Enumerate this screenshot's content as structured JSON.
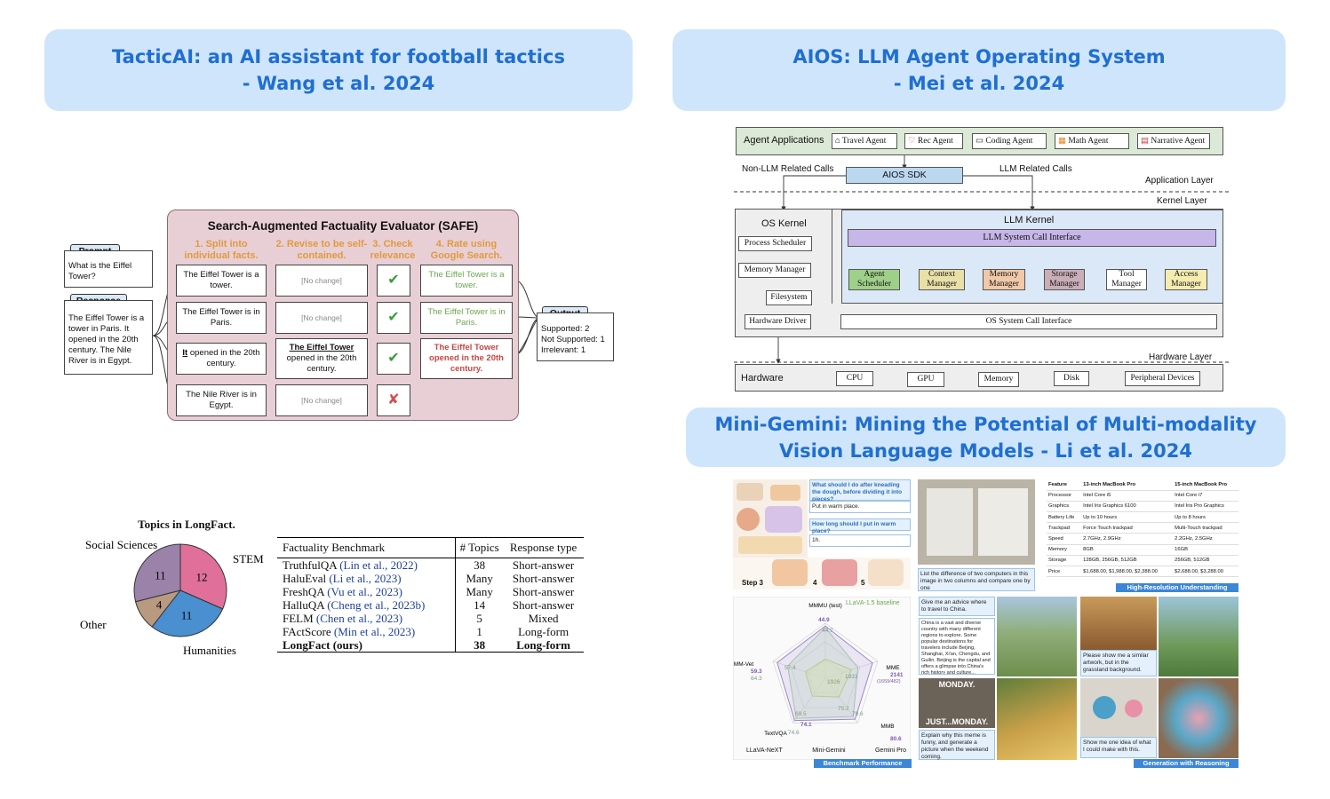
{
  "banners": {
    "tacticai": [
      "TacticAI: an AI assistant for football tactics",
      "- Wang et al. 2024"
    ],
    "aios": [
      "AIOS: LLM Agent Operating System",
      "- Mei et al. 2024"
    ],
    "minigemini": [
      "Mini-Gemini: Mining the Potential of Multi-modality",
      "Vision Language Models - Li et al. 2024"
    ]
  },
  "safe": {
    "title": "Search-Augmented Factuality Evaluator (SAFE)",
    "prompt_label": "Prompt",
    "prompt_text": "What is the Eiffel Tower?",
    "response_label": "Response",
    "response_text": "The Eiffel Tower is a tower in Paris. It opened in the 20th century. The Nile River is in Egypt.",
    "steps": [
      "1. Split into individual facts.",
      "2. Revise to be self-contained.",
      "3. Check relevance",
      "4. Rate using Google Search."
    ],
    "facts": [
      "The Eiffel Tower is a tower.",
      "The Eiffel Tower is in Paris.",
      "opened in the 20th century.",
      "The Nile River is in Egypt."
    ],
    "fact3_pronoun": "It",
    "no_change": "[No change]",
    "revised_bold": "The Eiffel Tower",
    "revised_rest": "opened in the 20th century.",
    "check": "✔",
    "cross": "✘",
    "ratings": [
      "The Eiffel Tower is a tower.",
      "The Eiffel Tower is in Paris.",
      "The Eiffel Tower opened in the 20th century."
    ],
    "output_label": "Output",
    "output_lines": [
      "Supported: 2",
      "Not Supported: 1",
      "Irrelevant: 1"
    ]
  },
  "longfact": {
    "pie_title": "Topics in LongFact.",
    "chart_data": {
      "type": "pie",
      "title": "Topics in LongFact.",
      "slices": [
        {
          "label": "STEM",
          "value": 12,
          "color": "#e0709a"
        },
        {
          "label": "Humanities",
          "value": 11,
          "color": "#4a8fd0"
        },
        {
          "label": "Other",
          "value": 4,
          "color": "#b89a80"
        },
        {
          "label": "Social Sciences",
          "value": 11,
          "color": "#9a82a8"
        }
      ]
    },
    "table": {
      "headers": [
        "Factuality Benchmark",
        "# Topics",
        "Response type"
      ],
      "rows": [
        {
          "name": "TruthfulQA",
          "cite": "(Lin et al., 2022)",
          "topics": "38",
          "type": "Short-answer"
        },
        {
          "name": "HaluEval",
          "cite": "(Li et al., 2023)",
          "topics": "Many",
          "type": "Short-answer"
        },
        {
          "name": "FreshQA",
          "cite": "(Vu et al., 2023)",
          "topics": "Many",
          "type": "Short-answer"
        },
        {
          "name": "HalluQA",
          "cite": "(Cheng et al., 2023b)",
          "topics": "14",
          "type": "Short-answer"
        },
        {
          "name": "FELM",
          "cite": "(Chen et al., 2023)",
          "topics": "5",
          "type": "Mixed"
        },
        {
          "name": "FActScore",
          "cite": "(Min et al., 2023)",
          "topics": "1",
          "type": "Long-form"
        },
        {
          "name": "LongFact (ours)",
          "cite": "",
          "topics": "38",
          "type": "Long-form"
        }
      ]
    }
  },
  "aios": {
    "agent_apps_label": "Agent Applications",
    "apps": [
      "Travel Agent",
      "Rec Agent",
      "Coding Agent",
      "Math Agent",
      "Narrative Agent"
    ],
    "non_llm_calls": "Non-LLM Related Calls",
    "llm_calls": "LLM Related Calls",
    "sdk": "AIOS SDK",
    "application_layer": "Application Layer",
    "kernel_layer": "Kernel Layer",
    "os_kernel": "OS Kernel",
    "llm_kernel": "LLM Kernel",
    "llm_syscall": "LLM System Call Interface",
    "os_items": [
      "Process Scheduler",
      "Memory Manager",
      "Filesystem",
      "Hardware Driver"
    ],
    "managers": [
      {
        "label": "Agent Scheduler",
        "color": "#9fd08a"
      },
      {
        "label": "Context Manager",
        "color": "#e9e0a8"
      },
      {
        "label": "Memory Manager",
        "color": "#f1c8a8"
      },
      {
        "label": "Storage Manager",
        "color": "#c9aeb8"
      },
      {
        "label": "Tool Manager",
        "color": "#ffffff"
      },
      {
        "label": "Access Manager",
        "color": "#f5ecb0"
      }
    ],
    "os_syscall": "OS System Call Interface",
    "hardware_layer": "Hardware Layer",
    "hardware_label": "Hardware",
    "hw_items": [
      "CPU",
      "GPU",
      "Memory",
      "Disk",
      "Peripheral Devices"
    ]
  },
  "minigemini": {
    "q1": "What should I do after kneading the dough, before dividing it into pieces?",
    "a1": "Put in warm place.",
    "q2": "How long should I put in warm place?",
    "a2": "1h.",
    "steps": [
      "Step 3",
      "4",
      "5"
    ],
    "compare_prompt": "List the difference of two computers in this image in two columns and compare one by one",
    "hires_caption": "High-Resolution Understanding",
    "spec_headers": [
      "Feature",
      "13-inch MacBook Pro",
      "15-inch MacBook Pro"
    ],
    "spec_rows": [
      [
        "Processor",
        "Intel Core i5",
        "Intel Core i7"
      ],
      [
        "Graphics",
        "Intel Iris Graphics 6100",
        "Intel Iris Pro Graphics"
      ],
      [
        "Battery Life",
        "Up to 10 hours",
        "Up to 8 hours"
      ],
      [
        "Trackpad",
        "Force Touch trackpad",
        "Multi-Touch trackpad"
      ],
      [
        "Speed",
        "2.7GHz, 2.9GHz",
        "2.2GHz, 2.5GHz"
      ],
      [
        "Memory",
        "8GB",
        "16GB"
      ],
      [
        "Storage",
        "128GB, 256GB, 512GB",
        "256GB, 512GB"
      ],
      [
        "Price",
        "$1,688.00, $1,988.00, $2,388.00",
        "$2,688.00, $3,288.00"
      ]
    ],
    "radar": {
      "baseline_legend": "LLaVA-1.5 baseline",
      "legends": [
        "LLaVA-NeXT",
        "Mini-Gemini",
        "Gemini Pro"
      ],
      "caption": "Benchmark Performance",
      "axes": [
        "MMMU (test)",
        "MME",
        "MMB",
        "TextVQA",
        "MM-Vet"
      ],
      "values_mini_gemini": [
        "44.9",
        "2141",
        "80.6",
        "74.1",
        "59.3"
      ],
      "mme_sub": "(1659/482)",
      "values_other": [
        "44.7",
        "1933",
        "79.6",
        "74.6",
        "64.3"
      ],
      "values_inner": [
        "1926",
        "75.2",
        "69.5",
        "57.4"
      ]
    },
    "travel_q": "Give me an advice where to travel to China.",
    "travel_a": "China is a vast and diverse country with many different regions to explore. Some popular destinations for travelers include Beijing, Shanghai, Xi'an, Chengdu, and Guilin. Beijing is the capital and offers a glimpse into China's rich history and culture...",
    "meme_top": "MONDAY.",
    "meme_bottom": "JUST...MONDAY.",
    "meme_prompt": "Explain why this meme is funny, and generate a picture when the weekend coming.",
    "art_prompt": "Please show me a similar artwork, but in the grassland background.",
    "idea_prompt": "Show me one idea of what I could make with this.",
    "gen_caption": "Generation with Reasoning"
  }
}
